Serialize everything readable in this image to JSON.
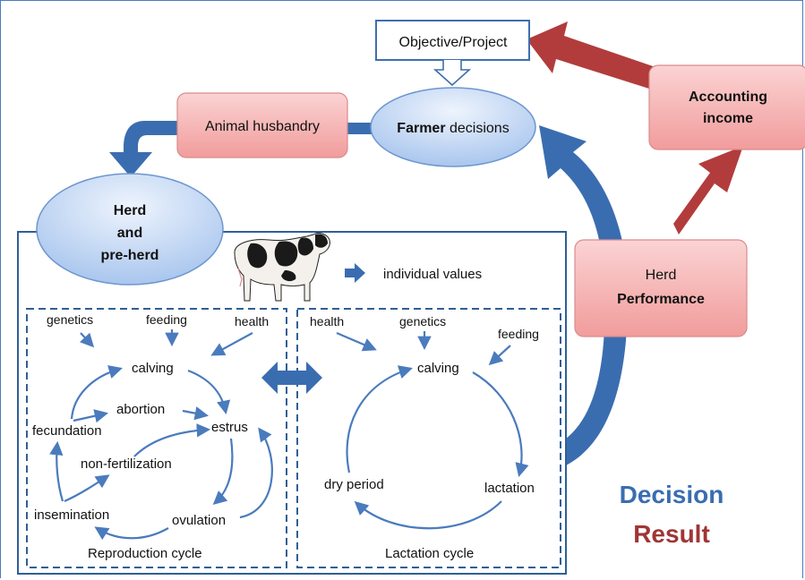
{
  "nodes": {
    "objective": "Objective/Project",
    "farmer_bold": "Farmer",
    "farmer_rest": " decisions",
    "husbandry": "Animal husbandry",
    "herd_line1": "Herd",
    "herd_line2": "and",
    "herd_line3": "pre-herd",
    "accounting_line1": "Accounting",
    "accounting_line2": "income",
    "performance_line1": "Herd",
    "performance_line2": "Performance",
    "individual_values": "individual values"
  },
  "reproduction": {
    "genetics": "genetics",
    "feeding": "feeding",
    "health": "health",
    "calving": "calving",
    "abortion": "abortion",
    "estrus": "estrus",
    "fecundation": "fecundation",
    "non_fertilization": "non-fertilization",
    "insemination": "insemination",
    "ovulation": "ovulation",
    "caption": "Reproduction cycle"
  },
  "lactation": {
    "health": "health",
    "genetics": "genetics",
    "feeding": "feeding",
    "calving": "calving",
    "dry_period": "dry period",
    "lactation": "lactation",
    "caption": "Lactation cycle"
  },
  "legend": {
    "decision": "Decision",
    "result": "Result"
  },
  "colors": {
    "decision_blue": "#3a6db0",
    "result_red": "#a03535",
    "box_red_fill": "#f7b6b6",
    "ellipse_blue_fill": "#cfe0f7",
    "border_blue": "#2f5f96"
  }
}
